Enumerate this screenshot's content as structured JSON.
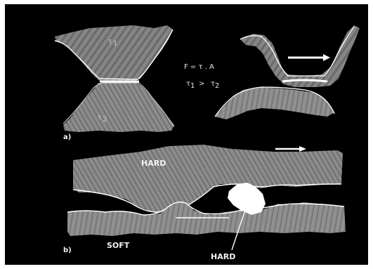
{
  "panel_a": {
    "label": "a)",
    "tau_top": "τ",
    "tau_top_sub": "1",
    "tau_bottom": "τ",
    "tau_bottom_sub": "2",
    "formula_line1": "F = τ . A",
    "formula_line2_a": "τ",
    "formula_line2_a_sub": "1",
    "formula_line2_op": ">",
    "formula_line2_b": "τ",
    "formula_line2_b_sub": "2"
  },
  "panel_b": {
    "label": "b)",
    "hard_top": "HARD",
    "soft": "SOFT",
    "hard_particle": "HARD"
  },
  "colors": {
    "background": "#000000",
    "surface": "#8a8a8a",
    "surface_dark": "#5f5f5f",
    "edge": "#ffffff",
    "particle": "#ffffff"
  }
}
